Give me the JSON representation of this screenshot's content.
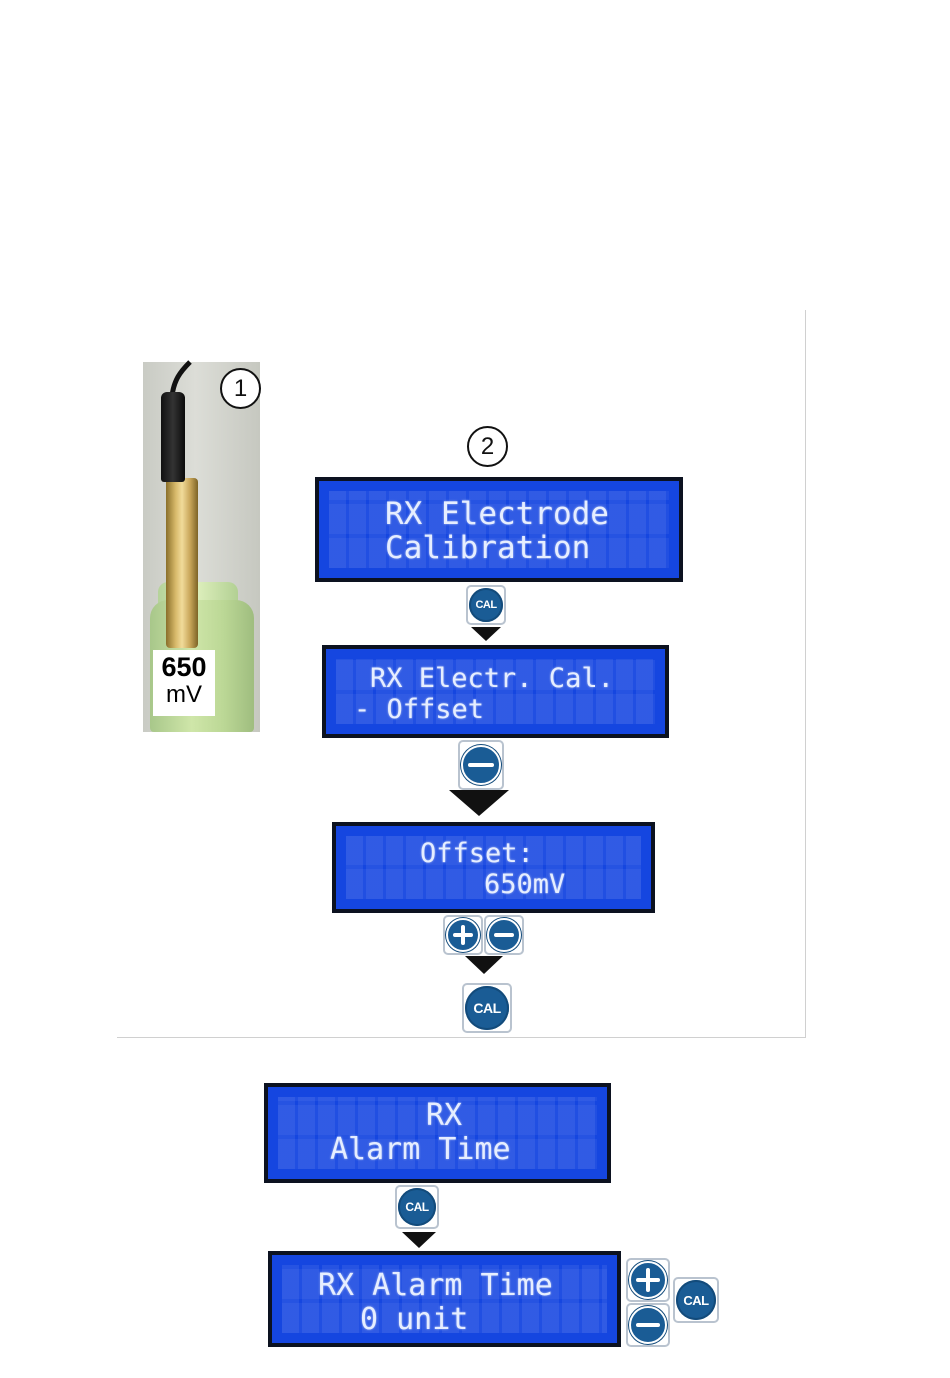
{
  "probe": {
    "value": "650",
    "unit": "mV"
  },
  "steps": {
    "one": "1",
    "two": "2"
  },
  "screens": {
    "calibration_title": [
      "RX Electrode",
      "Calibration"
    ],
    "offset_menu": [
      "RX Electr. Cal.",
      "- Offset"
    ],
    "offset_value": [
      "Offset:",
      "650mV"
    ],
    "alarm_title": [
      "RX",
      "Alarm Time"
    ],
    "alarm_value": [
      "RX Alarm Time",
      "0 unit"
    ]
  },
  "buttons": {
    "cal_label": "CAL"
  },
  "colors": {
    "lcd_background": "#1546e0",
    "lcd_text": "#e6eeff",
    "button_blue": "#1a5c95"
  },
  "icons": [
    "plus-icon",
    "minus-icon",
    "cal-icon",
    "down-arrow-icon"
  ]
}
